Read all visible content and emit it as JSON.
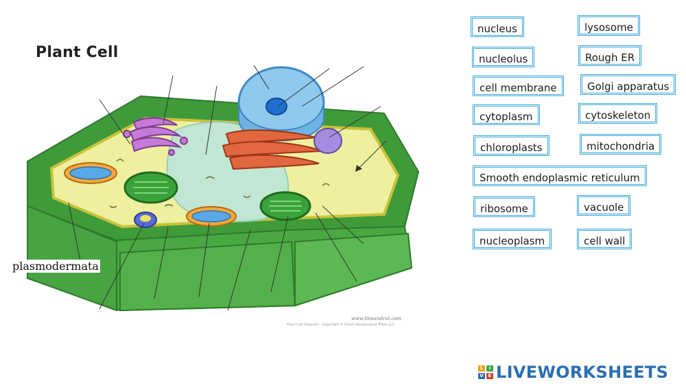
{
  "diagram": {
    "title": "Plant Cell",
    "annotation": "plasmodermata",
    "credit_site": "www.tinsandcol.com",
    "credit_copyright": "Plant Cell Diagram - Copyright © Dutch Renaissance Press LLC"
  },
  "labels": [
    {
      "id": "nucleus",
      "text": "nucleus"
    },
    {
      "id": "lysosome",
      "text": "lysosome"
    },
    {
      "id": "nucleolus",
      "text": "nucleolus"
    },
    {
      "id": "rough-er",
      "text": "Rough ER"
    },
    {
      "id": "cell-membrane",
      "text": "cell membrane"
    },
    {
      "id": "golgi-apparatus",
      "text": "Golgi apparatus"
    },
    {
      "id": "cytoplasm",
      "text": "cytoplasm"
    },
    {
      "id": "cytoskeleton",
      "text": "cytoskeleton"
    },
    {
      "id": "chloroplasts",
      "text": "chloroplasts"
    },
    {
      "id": "mitochondria",
      "text": "mitochondria"
    },
    {
      "id": "smooth-er",
      "text": "Smooth endoplasmic reticulum"
    },
    {
      "id": "ribosome",
      "text": "ribosome"
    },
    {
      "id": "vacuole",
      "text": "vacuole"
    },
    {
      "id": "nucleoplasm",
      "text": "nucleoplasm"
    },
    {
      "id": "cell-wall",
      "text": "cell wall"
    }
  ],
  "brand": {
    "logo_letters": [
      "L",
      "I",
      "V",
      "E"
    ],
    "name": "LIVEWORKSHEETS"
  },
  "colors": {
    "label_border": "#36a7d8",
    "cell_wall": "#3f9a3a",
    "cytoplasm": "#eef0a0",
    "vacuole": "#bfe6d6",
    "nucleus": "#8fc9ee",
    "golgi": "#c47ad6",
    "rough_er": "#e2663e",
    "chloroplast": "#3aa23a",
    "mitochondria": "#f4a93c",
    "brand_blue": "#2b6fb3"
  }
}
